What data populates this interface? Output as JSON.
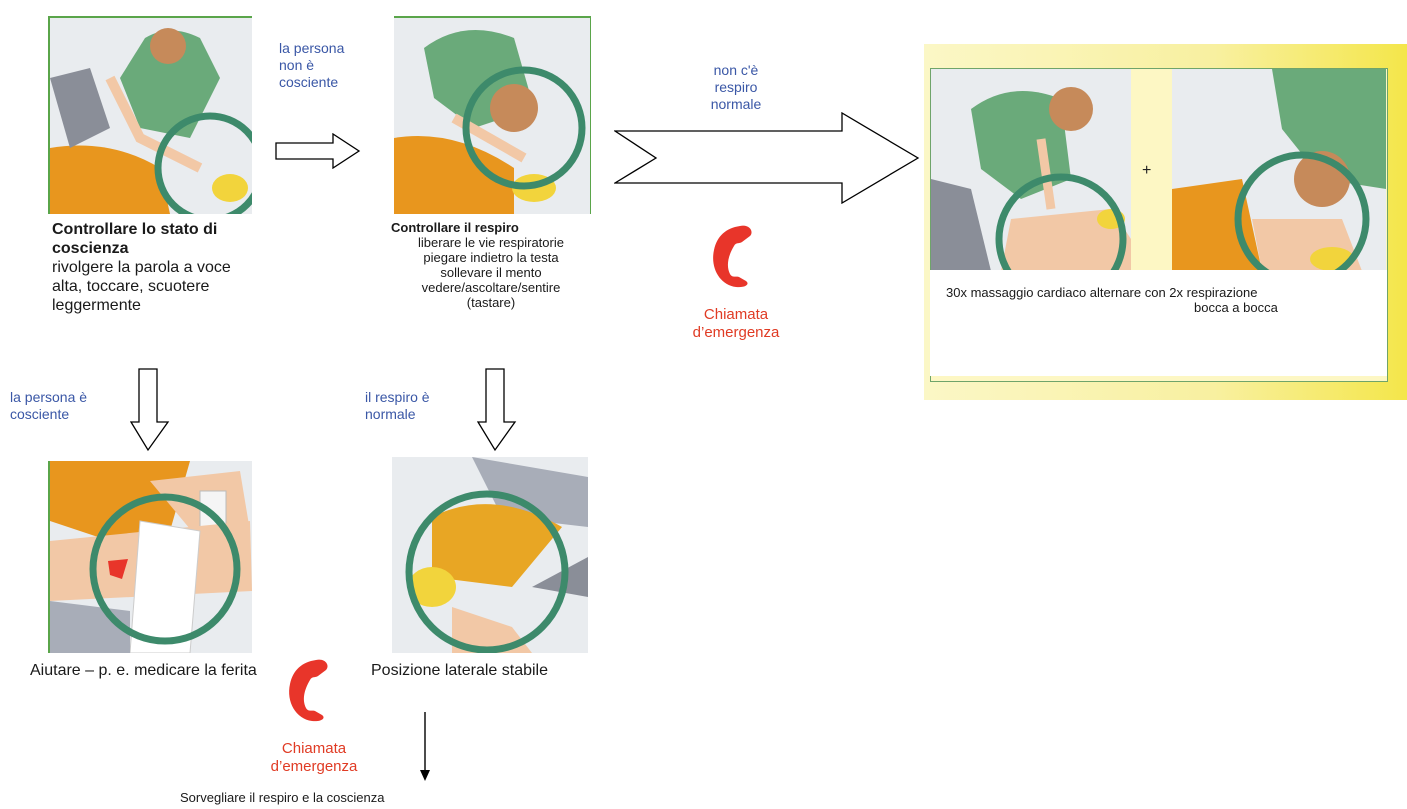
{
  "step1": {
    "title": "Controllare lo stato di coscienza",
    "text": "rivolgere la parola a voce alta, toccare, scuotere leggermente"
  },
  "branch_unconscious": "la persona non è cosciente",
  "step2": {
    "title": "Controllare il respiro",
    "lines": [
      "liberare le vie respiratorie",
      "piegare indietro la testa",
      "sollevare il mento",
      "vedere/ascoltare/sentire",
      "(tastare)"
    ]
  },
  "branch_no_breath": "non c'è respiro normale",
  "emergency_call_1": "Chiamata d’emergenza",
  "cpr": {
    "plus": "+",
    "text_line1": "30x massaggio cardiaco alternare con 2x respirazione",
    "text_line2": "bocca a bocca"
  },
  "branch_conscious": "la persona è cosciente",
  "branch_normal_breath": "il respiro è normale",
  "step_help": "Aiutare – p. e. medicare la ferita",
  "step_recovery": "Posizione laterale stabile",
  "emergency_call_2": "Chiamata d’emergenza",
  "monitor": "Sorvegliare il respiro e la coscienza",
  "colors": {
    "blue_label": "#3a57a6",
    "red_label": "#e03b24",
    "phone": "#e8352a",
    "ring": "#3d8a6b",
    "shirt_green": "#6aaa7a",
    "shirt_orange": "#e8961e",
    "skin": "#f2c8a6",
    "hair_blond": "#f2d43c",
    "panel_yellow": "#f6ee78"
  },
  "icons": [
    "phone-icon",
    "arrow-right-icon",
    "arrow-down-icon"
  ]
}
